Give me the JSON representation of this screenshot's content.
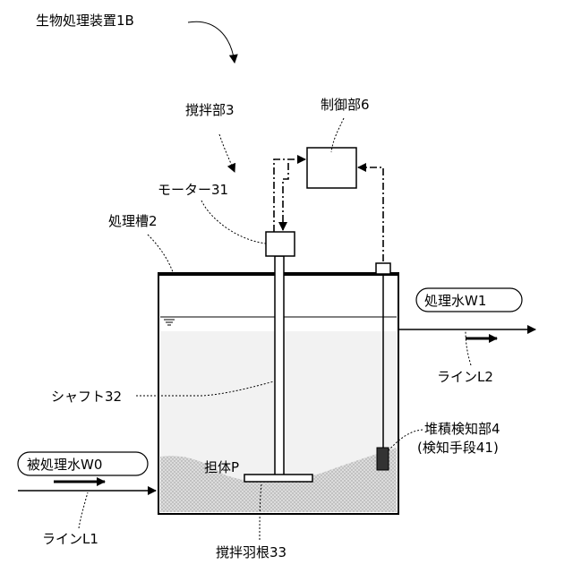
{
  "labels": {
    "device": "生物処理装置1B",
    "stirring_unit": "撹拌部3",
    "controller": "制御部6",
    "motor": "モーター31",
    "tank": "処理槽2",
    "treated_water": "処理水W1",
    "line_l2": "ラインL2",
    "shaft": "シャフト32",
    "detector_line1": "堆積検知部4",
    "detector_line2": "(検知手段41)",
    "raw_water": "被処理水W0",
    "carrier": "担体P",
    "line_l1": "ラインL1",
    "impeller": "撹拌羽根33"
  },
  "colors": {
    "stroke": "#000000",
    "water": "#f2f2f2",
    "sediment": "#d9d9d9",
    "sensor": "#333333"
  }
}
